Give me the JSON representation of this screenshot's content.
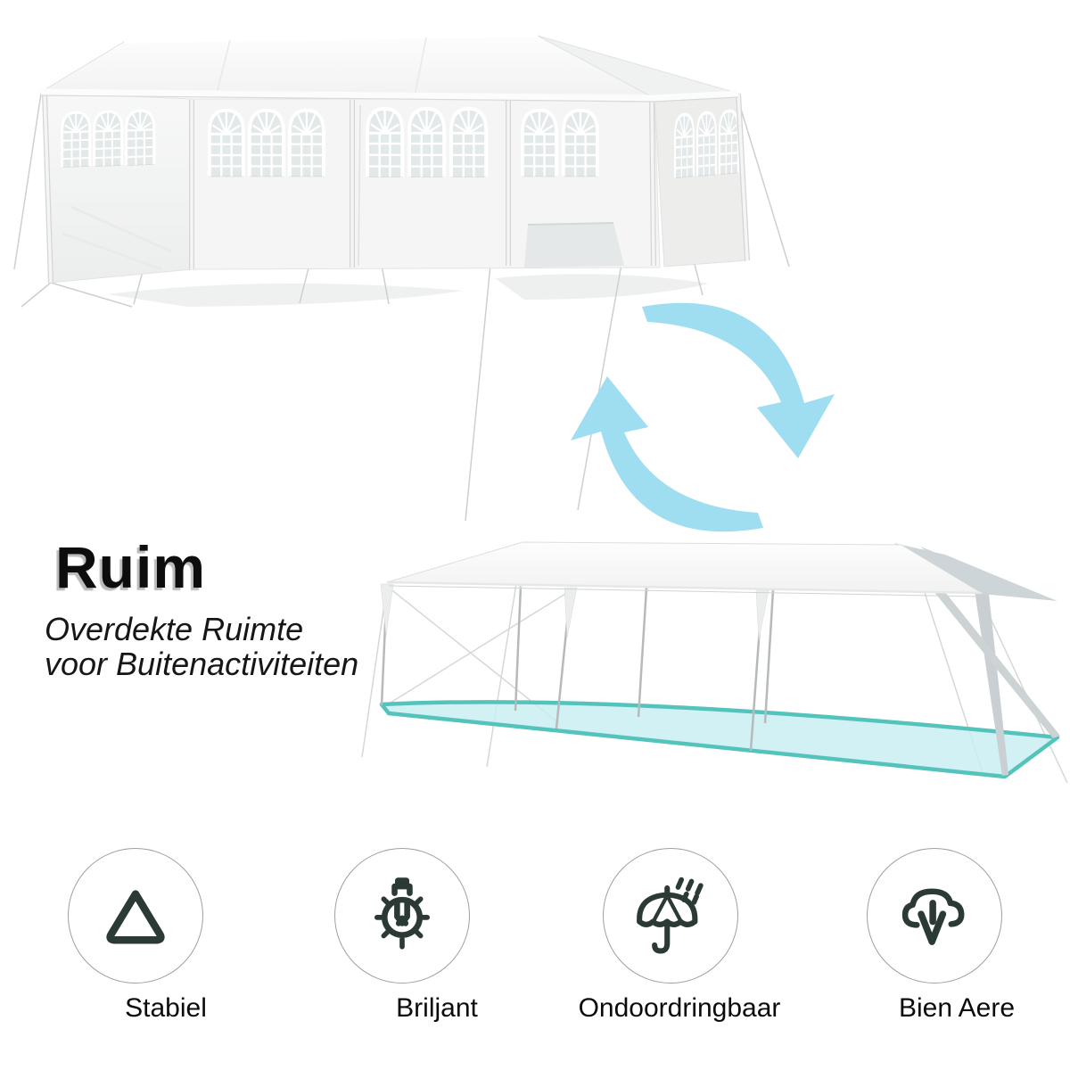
{
  "headline": {
    "title": "Ruim",
    "subtitle_line1": "Overdekte Ruimte",
    "subtitle_line2": "voor Buitenactiviteiten"
  },
  "images": {
    "top": "party-tent-with-sidewalls-and-windows-photo",
    "middle": "swap-rotate-arrows",
    "bottom": "gazebo-frame-with-highlighted-floor-photo"
  },
  "features": [
    {
      "icon": "stability-triangle-icon",
      "label": "Stabiel"
    },
    {
      "icon": "lightbulb-icon",
      "label": "Briljant"
    },
    {
      "icon": "umbrella-rain-icon",
      "label": "Ondoordringbaar"
    },
    {
      "icon": "cloud-airflow-icon",
      "label": "Bien Aere"
    }
  ],
  "colors": {
    "accent_arrows": "#9FDDF1",
    "floor_fill": "#C7EEF2",
    "floor_border": "#54C3BB",
    "icon_stroke": "#2C3A36",
    "circle_border": "#9BA1A1",
    "title_text": "#0D0D0D",
    "label_text": "#0B0B0B"
  }
}
